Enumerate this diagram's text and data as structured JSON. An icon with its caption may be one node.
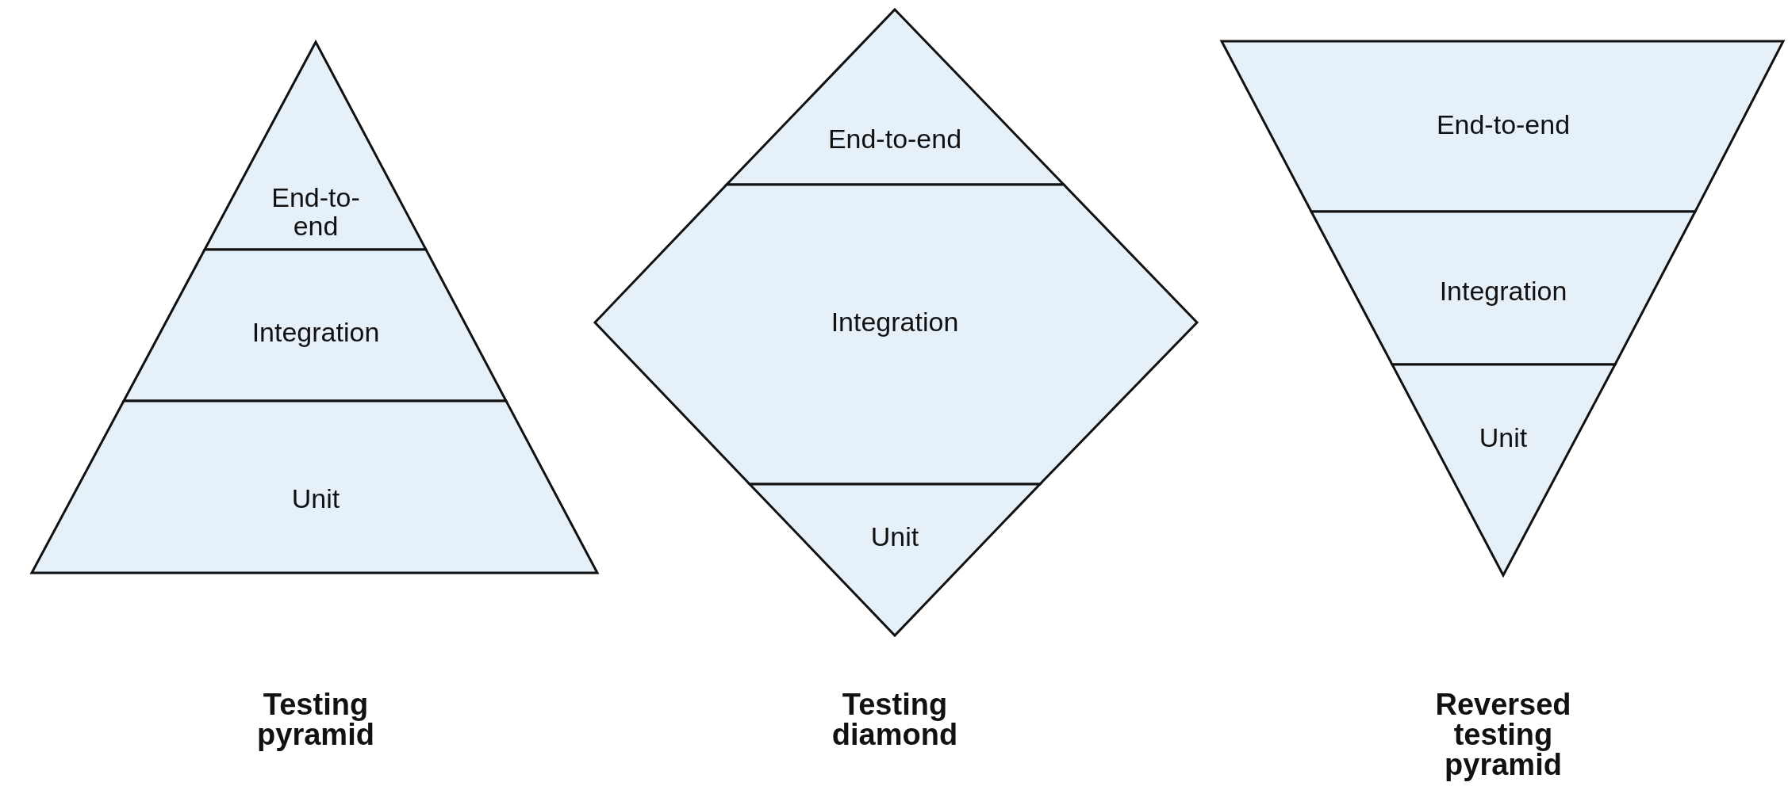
{
  "diagram": {
    "nodes": [
      {
        "text": [
          "End-to-end"
        ]
      },
      {
        "text": [
          "Integration"
        ]
      },
      {
        "text": [
          "Unit"
        ]
      },
      {
        "text": [
          "End-to-end"
        ]
      },
      {
        "text": [
          "Integration"
        ]
      },
      {
        "text": [
          "Unit"
        ]
      },
      {
        "text": [
          "End-to-end"
        ]
      },
      {
        "text": [
          "Integration"
        ]
      },
      {
        "text": [
          "Unit"
        ]
      }
    ],
    "labels": [
      "Testing pyramid",
      "Testing diamond",
      "Reversed testing pyramid"
    ]
  }
}
